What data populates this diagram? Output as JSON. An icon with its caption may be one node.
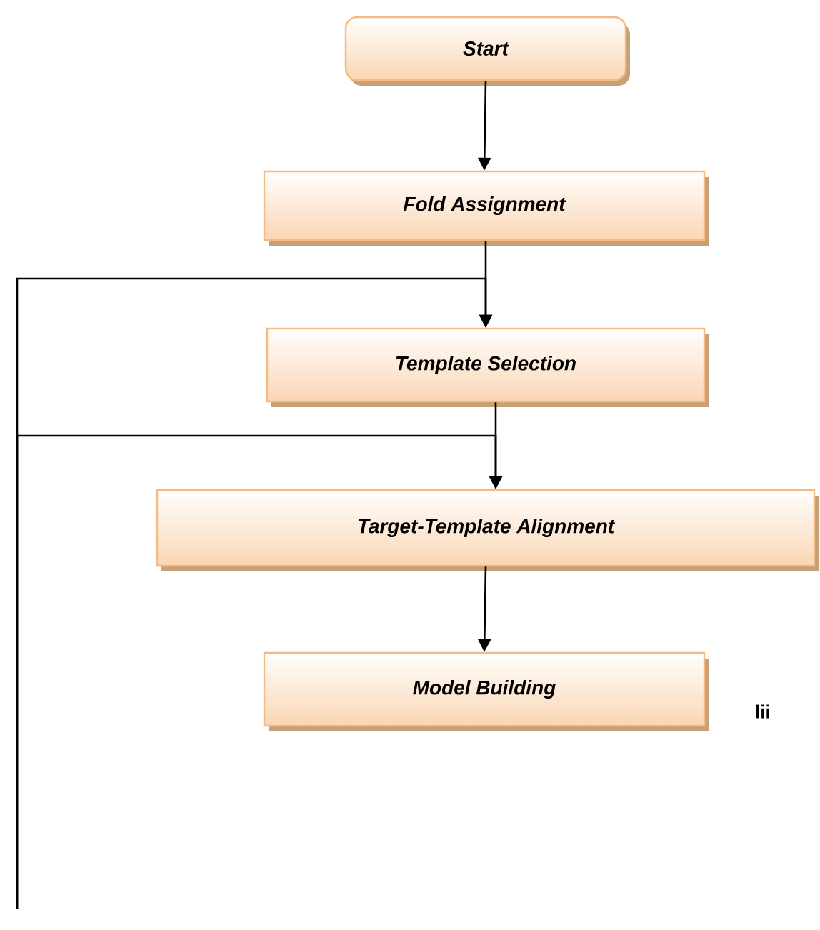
{
  "diagram": {
    "nodes": [
      {
        "text": [
          "Start"
        ]
      },
      {
        "text": [
          "Fold Assignment"
        ]
      },
      {
        "text": [
          "Template Selection"
        ]
      },
      {
        "text": [
          "Target-Template Alignment"
        ]
      },
      {
        "text": [
          "Model Building"
        ]
      }
    ],
    "edges": [
      {
        "from": 0,
        "to": 1,
        "arrow": "to"
      },
      {
        "from": 1,
        "to": 2,
        "arrow": "to"
      },
      {
        "from": null,
        "to": 2,
        "arrow": "to"
      },
      {
        "from": 2,
        "to": 3,
        "arrow": "to"
      },
      {
        "from": null,
        "to": 3,
        "arrow": "to"
      },
      {
        "from": 3,
        "to": 4,
        "arrow": "to"
      }
    ],
    "labels": [
      "lii"
    ]
  }
}
